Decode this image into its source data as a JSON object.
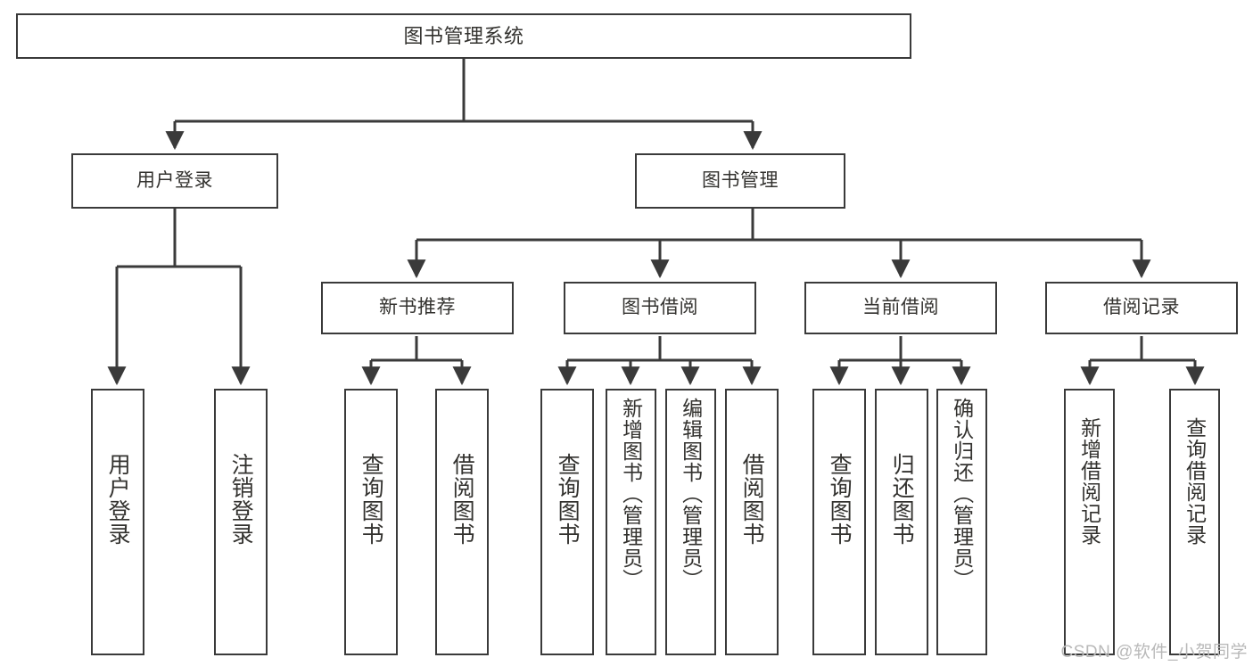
{
  "diagram": {
    "type": "tree",
    "title": "图书管理系统",
    "watermark": "CSDN @软件_小贺同学",
    "colors": {
      "box_border": "#3a3a3a",
      "box_fill": "#ffffff",
      "text": "#33322f",
      "connector": "#3a3a3a",
      "watermark": "#b9b9b9",
      "background": "#ffffff"
    },
    "levels": {
      "root": [
        "图书管理系统"
      ],
      "level2": [
        "用户登录",
        "图书管理"
      ],
      "level3": [
        "新书推荐",
        "图书借阅",
        "当前借阅",
        "借阅记录"
      ],
      "leaves": [
        "用户登录",
        "注销登录",
        "查询图书",
        "借阅图书",
        "查询图书",
        "新增图书（管理员）",
        "编辑图书（管理员）",
        "借阅图书",
        "查询图书",
        "归还图书",
        "确认归还（管理员）",
        "新增借阅记录",
        "查询借阅记录"
      ]
    },
    "nodes": {
      "root": {
        "label": "图书管理系统"
      },
      "user_login": {
        "label": "用户登录"
      },
      "book_mgmt": {
        "label": "图书管理"
      },
      "new_book_rec": {
        "label": "新书推荐"
      },
      "book_borrow": {
        "label": "图书借阅"
      },
      "current_borrow": {
        "label": "当前借阅"
      },
      "borrow_record": {
        "label": "借阅记录"
      },
      "leaf_user_login": {
        "label": "用户登录"
      },
      "leaf_logout": {
        "label": "注销登录"
      },
      "leaf_query_book_1": {
        "label": "查询图书"
      },
      "leaf_borrow_book_1": {
        "label": "借阅图书"
      },
      "leaf_query_book_2": {
        "label": "查询图书"
      },
      "leaf_add_book_admin": {
        "label": "新增图书（管理员）"
      },
      "leaf_edit_book_admin": {
        "label": "编辑图书（管理员）"
      },
      "leaf_borrow_book_2": {
        "label": "借阅图书"
      },
      "leaf_query_book_3": {
        "label": "查询图书"
      },
      "leaf_return_book": {
        "label": "归还图书"
      },
      "leaf_confirm_return_admin": {
        "label": "确认归还（管理员）"
      },
      "leaf_add_borrow_record": {
        "label": "新增借阅记录"
      },
      "leaf_query_borrow_record": {
        "label": "查询借阅记录"
      }
    }
  }
}
